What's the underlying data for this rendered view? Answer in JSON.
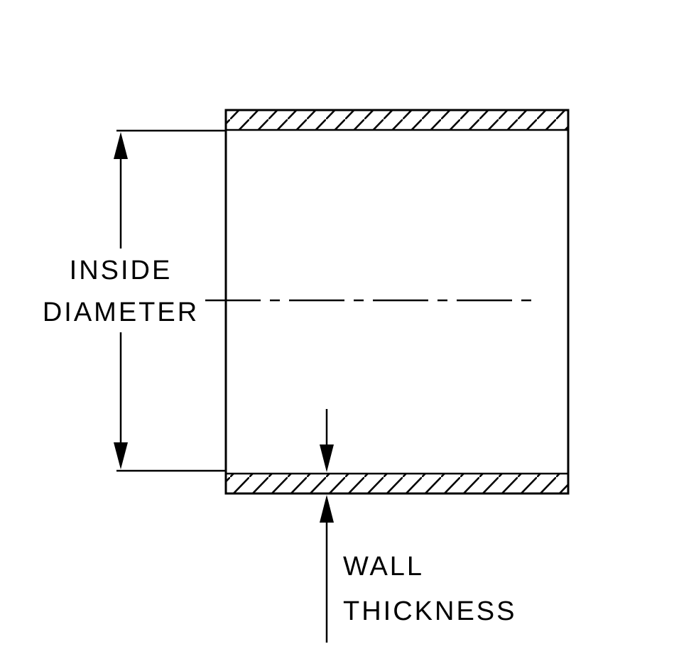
{
  "diagram": {
    "labels": {
      "inside_diameter": [
        "INSIDE",
        "DIAMETER"
      ],
      "wall_thickness": [
        "WALL",
        "THICKNESS"
      ]
    },
    "colors": {
      "line": "#000000",
      "background": "#ffffff"
    }
  }
}
